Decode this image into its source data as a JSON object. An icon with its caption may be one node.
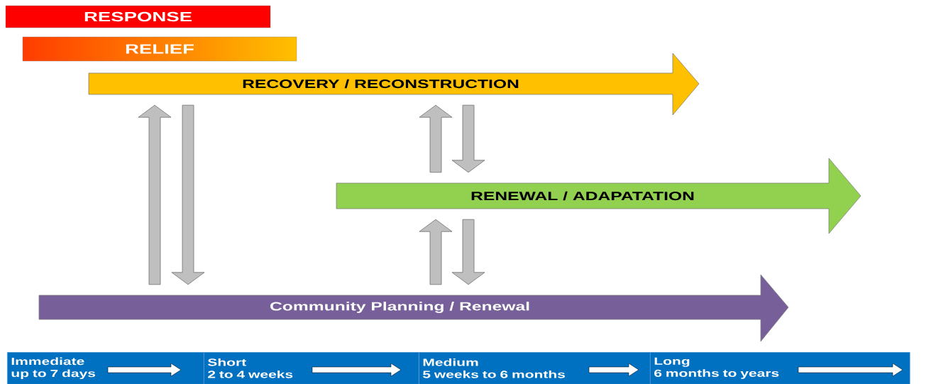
{
  "diagram": {
    "nodes": [
      {
        "text": [
          "RESPONSE"
        ]
      },
      {
        "text": [
          "RELIEF"
        ]
      },
      {
        "text": [
          "RECOVERY / RECONSTRUCTION"
        ]
      },
      {
        "text": [
          "RENEWAL / ADAPATATION"
        ]
      },
      {
        "text": [
          "Community Planning / Renewal"
        ]
      },
      {
        "text": [
          "Immediate",
          "up to 7 days"
        ]
      },
      {
        "text": [
          "Short",
          "2 to 4 weeks"
        ]
      },
      {
        "text": [
          "Medium",
          "5 weeks to 6 months"
        ]
      },
      {
        "text": [
          "Long",
          "6 months to years"
        ]
      }
    ],
    "edges": [
      {
        "from": 4,
        "to": 2,
        "arrow": "to"
      },
      {
        "from": 2,
        "to": 4,
        "arrow": "to"
      },
      {
        "from": 3,
        "to": 2,
        "arrow": "to"
      },
      {
        "from": 2,
        "to": 3,
        "arrow": "to"
      },
      {
        "from": 4,
        "to": 3,
        "arrow": "to"
      },
      {
        "from": 3,
        "to": 4,
        "arrow": "to"
      }
    ]
  }
}
